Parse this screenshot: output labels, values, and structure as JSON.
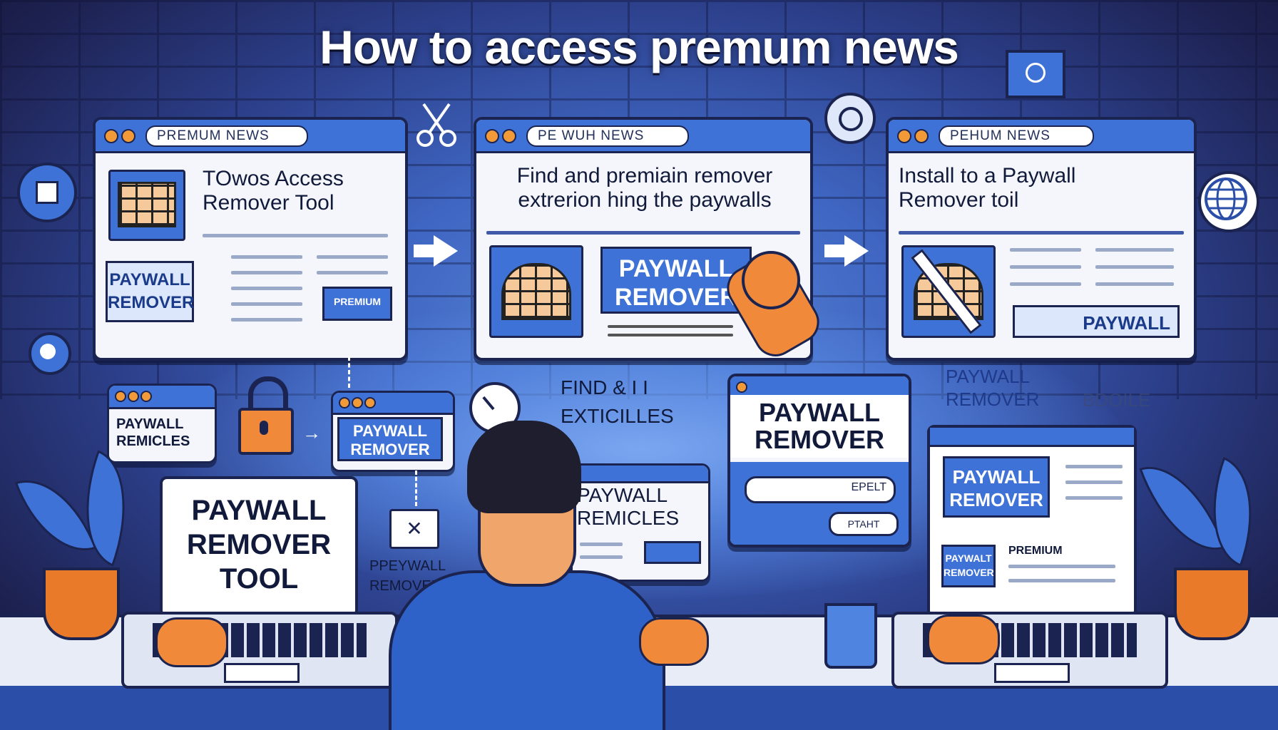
{
  "title": "How to access premum news",
  "panel1": {
    "url": "PREMUM NEWS",
    "heading": "TOwos Access\nRemover Tool",
    "badge": "PAYWALL\nREMOVER",
    "small_badge": "PREMIUM"
  },
  "panel2": {
    "url": "PE WUH NEWS",
    "heading": "Find and premiain remover\nextrerion hing the paywalls",
    "badge": "PAYWALL\nREMOVER"
  },
  "panel3": {
    "url": "PEHUM NEWS",
    "heading": "Install to a Paywall\nRemover toil",
    "badge": "PAYWALL"
  },
  "mid": {
    "small_window_left": "PAYWALL\nREMICLES",
    "small_window_center": "PAYWALL\nREMOVER",
    "find_text": "FIND & I I\nEXTICILLES",
    "card_center_right": "PAYWALL\nREMOVER",
    "card_center_right_button": "EPELT",
    "card_center_right_button2": "PTAHT",
    "right_label": "PAYWALL\nREMOVER",
    "right_label_faded": "BDOILE",
    "mid_window_text": "PAYWALL\nREMICLES",
    "ppeywall_label": "PPEYWALL\nREMOVER"
  },
  "laptop_left": {
    "screen_text": "PAYWALL\nREMOVER\nTOOL"
  },
  "laptop_right": {
    "badge": "PAYWALL\nREMOVER",
    "small_badge": "PAYWALT\nREMOVER",
    "small_label": "PREMIUM"
  },
  "colors": {
    "accent": "#3f72d6",
    "outline": "#1b2450",
    "orange": "#f08a3a"
  }
}
